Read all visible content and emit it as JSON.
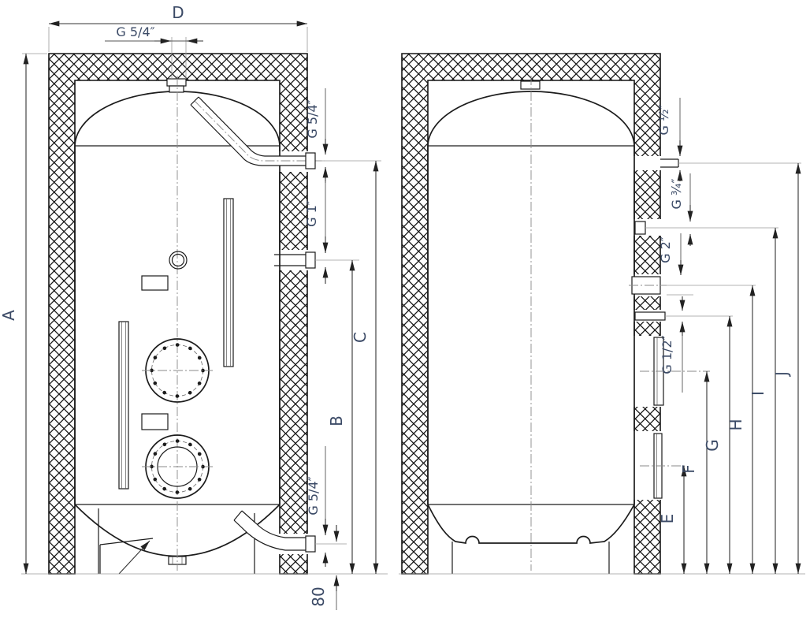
{
  "colors": {
    "outline": "#1c1c1c",
    "dimension_line": "#333333",
    "dimension_text": "#3b4a66",
    "centerline": "#8a8a8a",
    "background": "#ffffff"
  },
  "view_left": {
    "description": "tank-section-with-internals",
    "dim_width": "D",
    "dim_height": "A",
    "dim_b": "B",
    "dim_c": "C",
    "dim_offset": "80",
    "thread_top": "G 5/4″",
    "thread_side_top": "G 5/4″",
    "thread_side_middle": "G 1″",
    "thread_side_bottom": "G 5/4″"
  },
  "view_right": {
    "description": "tank-section-plain",
    "thread_1": "G ½″",
    "thread_2": "G ¾″",
    "thread_3": "G 2″",
    "thread_4": "G 1/2″",
    "dim_e": "E",
    "dim_f": "F",
    "dim_g": "G",
    "dim_h": "H",
    "dim_i": "I",
    "dim_j": "J"
  }
}
